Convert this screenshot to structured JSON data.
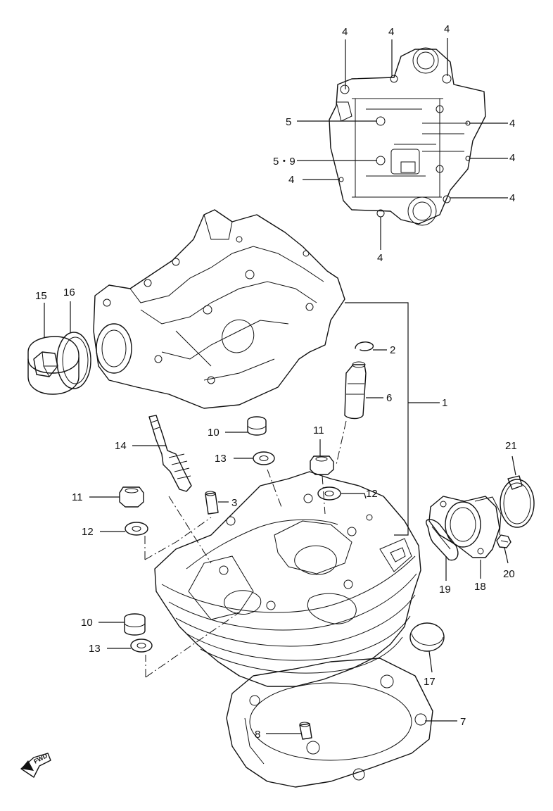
{
  "diagram": {
    "labels": {
      "l1": "1",
      "l2": "2",
      "l3": "3",
      "l4a": "4",
      "l4b": "4",
      "l4c": "4",
      "l4d": "4",
      "l4e": "4",
      "l4f": "4",
      "l4g": "4",
      "l4h": "4",
      "l5": "5",
      "l59": "5・9",
      "l6": "6",
      "l7": "7",
      "l8": "8",
      "l10a": "10",
      "l10b": "10",
      "l11a": "11",
      "l11b": "11",
      "l12a": "12",
      "l12b": "12",
      "l13a": "13",
      "l13b": "13",
      "l14": "14",
      "l15": "15",
      "l16": "16",
      "l17": "17",
      "l18": "18",
      "l19": "19",
      "l20": "20",
      "l21": "21"
    },
    "fwd_badge": "FWD"
  }
}
